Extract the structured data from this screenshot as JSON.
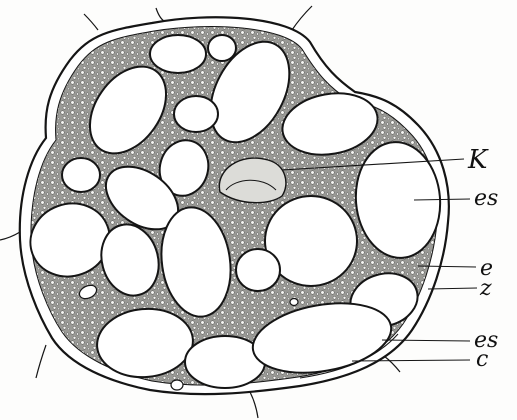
{
  "figure": {
    "labels": {
      "K": "K",
      "es_upper": "es",
      "e": "e",
      "z": "z",
      "es_lower": "es",
      "c": "c"
    },
    "colors": {
      "ink": "#151515",
      "cytoplasm": "#9a9a96",
      "grains": "#f4f4f1",
      "paper": "#fdfdfc",
      "granule": "#ffffff"
    }
  }
}
